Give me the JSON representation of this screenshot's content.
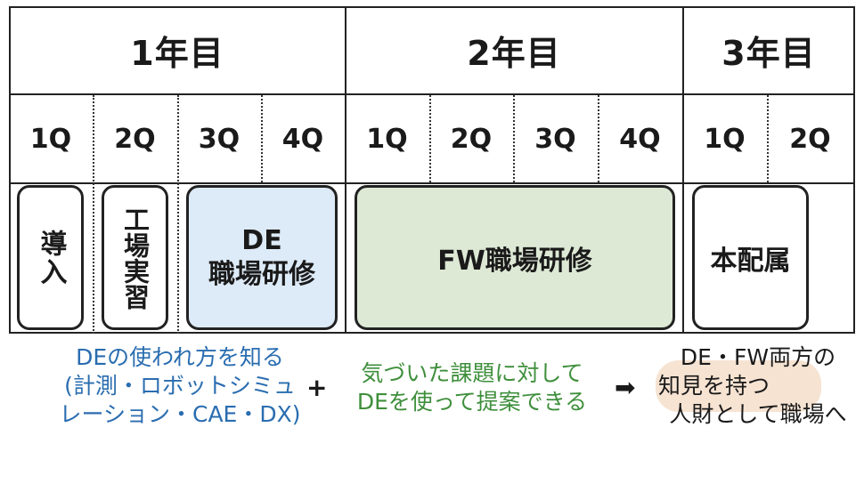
{
  "years": [
    "1年目",
    "2年目",
    "3年目"
  ],
  "quarters": [
    "1Q",
    "2Q",
    "3Q",
    "4Q",
    "1Q",
    "2Q",
    "3Q",
    "4Q",
    "1Q",
    "2Q"
  ],
  "boxes": {
    "intro": "導入",
    "factory": "工場実習",
    "de_line1": "DE",
    "de_line2": "職場研修",
    "fw": "FW職場研修",
    "assign": "本配属"
  },
  "notes": {
    "de_lines": [
      "DEの使われ方を知る",
      "(計測・ロボットシミュ",
      "レーション・CAE・DX)"
    ],
    "plus": "+",
    "fw_lines": [
      "気づいた課題に対して",
      "DEを使って提案できる"
    ],
    "arrow": "➡",
    "result_lines": [
      "DE・FW両方の",
      "知見を持つ",
      "人財として職場へ"
    ]
  },
  "colors": {
    "de_fill": "#ddeaf7",
    "fw_fill": "#dde9d5",
    "highlight": "#f6e3d2",
    "blue_text": "#2a6db0",
    "green_text": "#3f8f3c"
  }
}
